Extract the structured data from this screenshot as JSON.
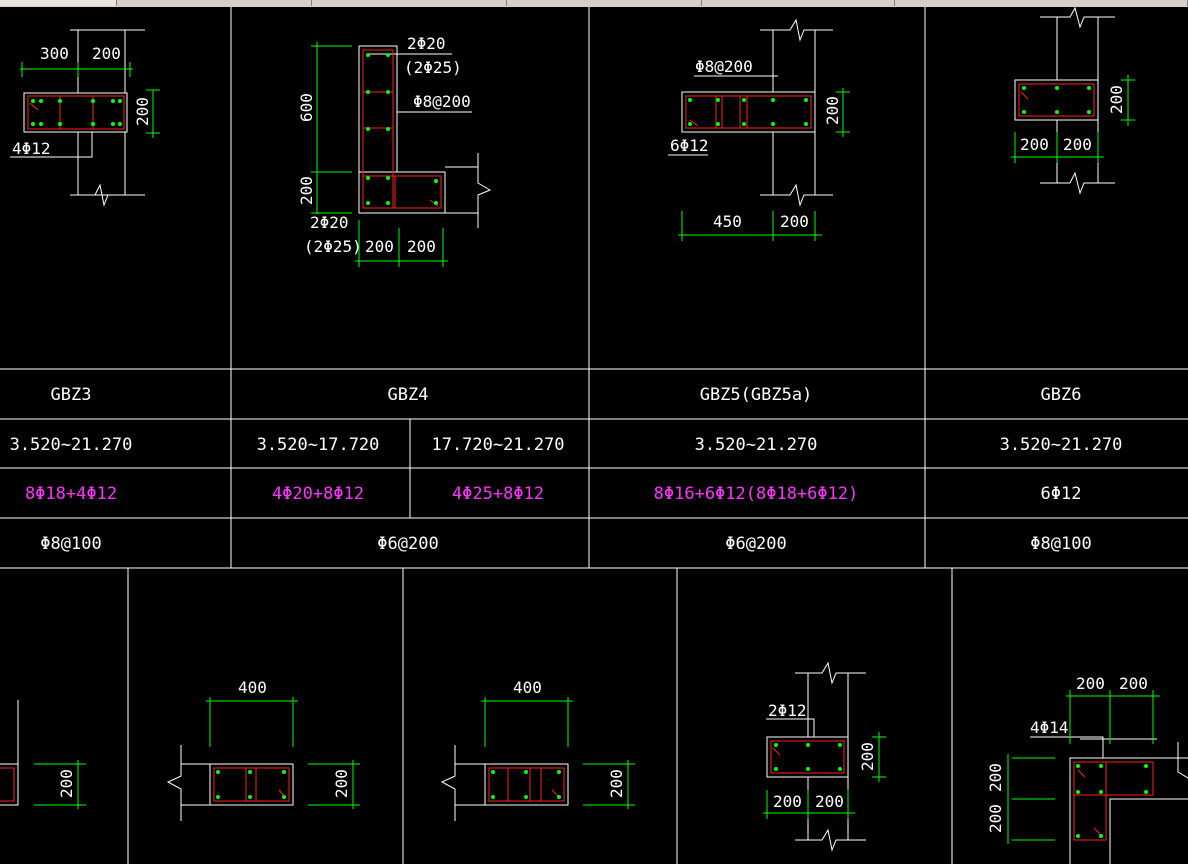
{
  "colors": {
    "background": "#000000",
    "grid": "#ffffff",
    "dimension": "#00ff00",
    "rebar": "#ff2020",
    "stirrup_node": "#00ff00",
    "label": "#ffffff",
    "longitudinal": "#ff33ff"
  },
  "tabs": [
    "",
    "",
    "",
    "",
    "",
    "",
    ""
  ],
  "table": {
    "columns": [
      {
        "id": "gbz3",
        "name": "GBZ3",
        "elevations": [
          "3.520~21.270"
        ],
        "longitudinal": [
          "8Φ18+4Φ12"
        ],
        "stirrup": "Φ8@100"
      },
      {
        "id": "gbz4",
        "name": "GBZ4",
        "elevations": [
          "3.520~17.720",
          "17.720~21.270"
        ],
        "longitudinal": [
          "4Φ20+8Φ12",
          "4Φ25+8Φ12"
        ],
        "stirrup": "Φ6@200"
      },
      {
        "id": "gbz5",
        "name": "GBZ5(GBZ5a)",
        "elevations": [
          "3.520~21.270"
        ],
        "longitudinal": [
          "8Φ16+6Φ12(8Φ18+6Φ12)"
        ],
        "stirrup": "Φ6@200"
      },
      {
        "id": "gbz6",
        "name": "GBZ6",
        "elevations": [
          "3.520~21.270"
        ],
        "longitudinal": [
          "6Φ12"
        ],
        "stirrup": "Φ8@100"
      }
    ]
  },
  "sections": {
    "gbz3": {
      "dim_a": "300",
      "dim_b": "200",
      "dim_h": "200",
      "rebar": "4Φ12"
    },
    "gbz4": {
      "rebar_top": "2Φ20",
      "rebar_top_alt": "(2Φ25)",
      "stirrup": "Φ8@200",
      "dim_h1": "600",
      "dim_h2": "200",
      "rebar_bot": "2Φ20",
      "rebar_bot_alt": "(2Φ25)",
      "dim_w1": "200",
      "dim_w2": "200"
    },
    "gbz5": {
      "stirrup": "Φ8@200",
      "rebar": "6Φ12",
      "dim_h": "200",
      "dim_w1": "450",
      "dim_w2": "200"
    },
    "gbz6": {
      "dim_h": "200",
      "dim_w1": "200",
      "dim_w2": "200"
    },
    "lower_b": {
      "dim_w": "400",
      "dim_h": "200"
    },
    "lower_c": {
      "dim_w": "400",
      "dim_h": "200"
    },
    "lower_d": {
      "rebar": "2Φ12",
      "dim_h": "200",
      "dim_w1": "200",
      "dim_w2": "200"
    },
    "lower_e": {
      "dim_w1": "200",
      "dim_w2": "200",
      "rebar": "4Φ14",
      "dim_h1": "200",
      "dim_h2": "200"
    },
    "lower_a": {
      "dim_h": "200"
    }
  }
}
